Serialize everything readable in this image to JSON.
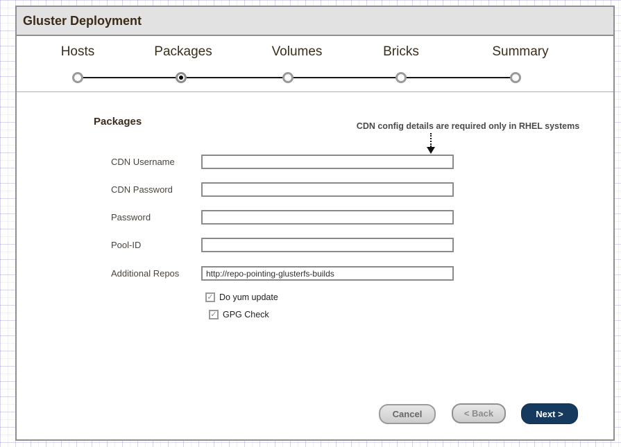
{
  "window": {
    "title": "Gluster Deployment"
  },
  "stepper": {
    "steps": [
      {
        "label": "Hosts",
        "active": false
      },
      {
        "label": "Packages",
        "active": true
      },
      {
        "label": "Volumes",
        "active": false
      },
      {
        "label": "Bricks",
        "active": false
      },
      {
        "label": "Summary",
        "active": false
      }
    ]
  },
  "form": {
    "heading": "Packages",
    "note": "CDN config details are required only in RHEL systems",
    "fields": [
      {
        "label": "CDN Username",
        "value": ""
      },
      {
        "label": "CDN Password",
        "value": ""
      },
      {
        "label": "Password",
        "value": ""
      },
      {
        "label": "Pool-ID",
        "value": ""
      },
      {
        "label": "Additional Repos",
        "value": "http://repo-pointing-glusterfs-builds"
      }
    ],
    "checkboxes": [
      {
        "label": "Do yum update",
        "checked": true
      },
      {
        "label": "GPG Check",
        "checked": true
      }
    ]
  },
  "buttons": {
    "cancel": "Cancel",
    "back": "< Back",
    "next": "Next >"
  },
  "icons": {
    "check": "✓"
  },
  "colors": {
    "accent": "#16395e",
    "header_bg": "#e2e2e2",
    "panel_border": "#8f8f8f"
  }
}
